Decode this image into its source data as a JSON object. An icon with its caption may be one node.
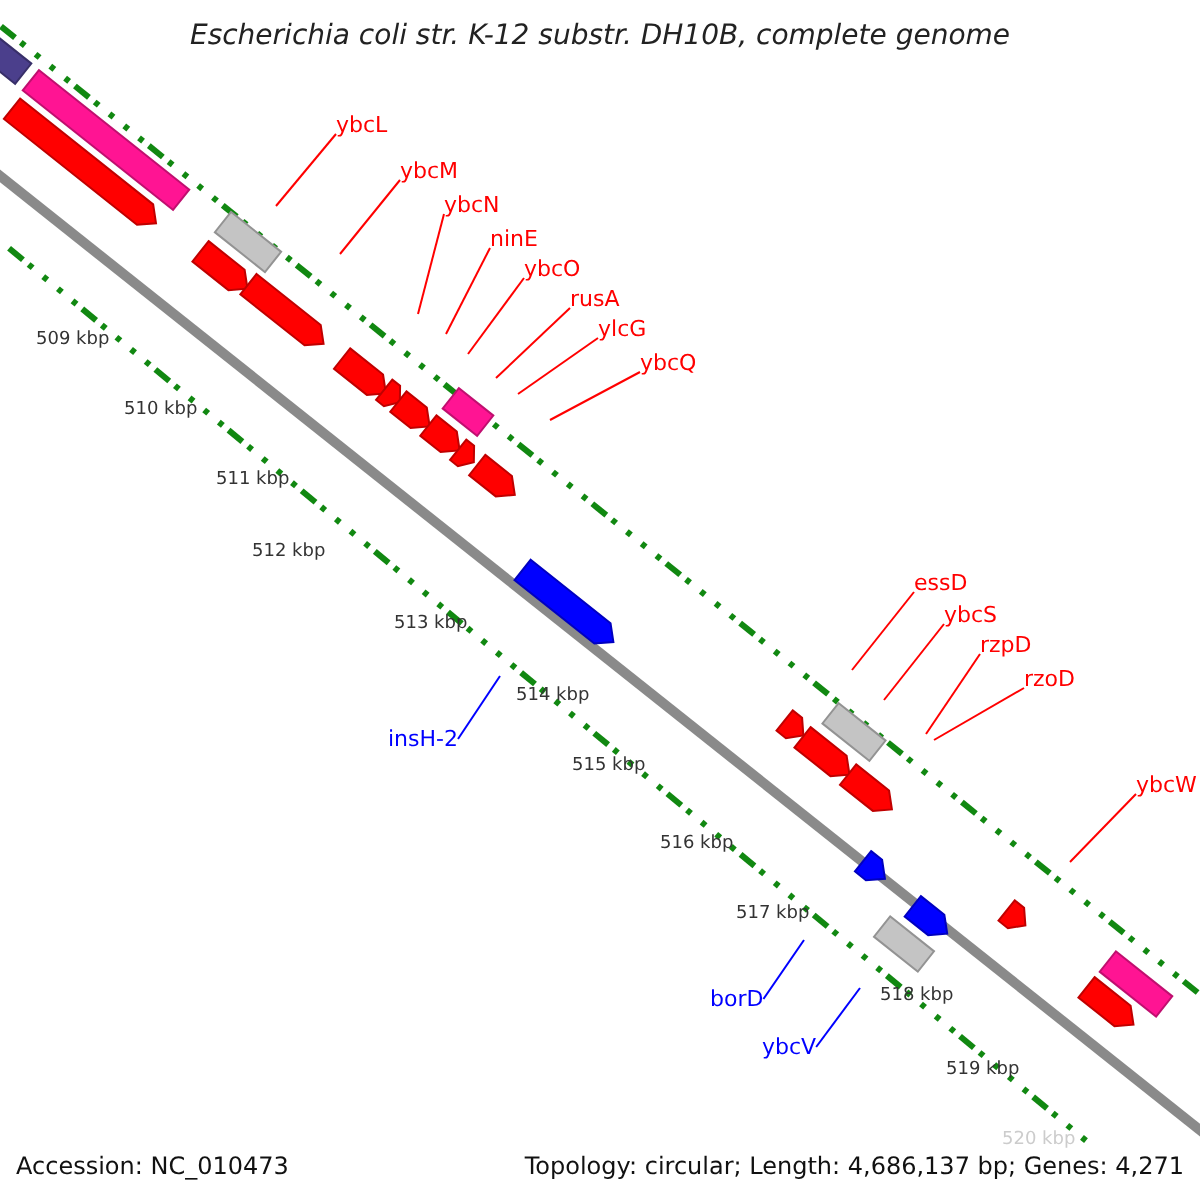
{
  "diagram": {
    "title": "Escherichia coli str. K-12 substr. DH10B, complete genome",
    "nodes": [
      {
        "text": [
          "ybcL"
        ]
      },
      {
        "text": [
          "ybcM"
        ]
      },
      {
        "text": [
          "ybcN"
        ]
      },
      {
        "text": [
          "ninE"
        ]
      },
      {
        "text": [
          "ybcO"
        ]
      },
      {
        "text": [
          "rusA"
        ]
      },
      {
        "text": [
          "ylcG"
        ]
      },
      {
        "text": [
          "ybcQ"
        ]
      },
      {
        "text": [
          "essD"
        ]
      },
      {
        "text": [
          "ybcS"
        ]
      },
      {
        "text": [
          "rzpD"
        ]
      },
      {
        "text": [
          "rzoD"
        ]
      },
      {
        "text": [
          "ybcW"
        ]
      },
      {
        "text": [
          "insH-2"
        ]
      },
      {
        "text": [
          "borD"
        ]
      },
      {
        "text": [
          "ybcV"
        ]
      }
    ],
    "edges": [
      {
        "from": 0,
        "to": null,
        "arrow": "none"
      },
      {
        "from": 1,
        "to": null,
        "arrow": "none"
      },
      {
        "from": 2,
        "to": null,
        "arrow": "none"
      },
      {
        "from": 3,
        "to": null,
        "arrow": "none"
      },
      {
        "from": 4,
        "to": null,
        "arrow": "none"
      },
      {
        "from": 5,
        "to": null,
        "arrow": "none"
      },
      {
        "from": 6,
        "to": null,
        "arrow": "none"
      },
      {
        "from": 7,
        "to": null,
        "arrow": "none"
      },
      {
        "from": 8,
        "to": null,
        "arrow": "none"
      },
      {
        "from": 9,
        "to": null,
        "arrow": "none"
      },
      {
        "from": 10,
        "to": null,
        "arrow": "none"
      },
      {
        "from": 11,
        "to": null,
        "arrow": "none"
      },
      {
        "from": 12,
        "to": null,
        "arrow": "none"
      },
      {
        "from": 13,
        "to": null,
        "arrow": "none",
        "color": "#0000ff"
      },
      {
        "from": 14,
        "to": null,
        "arrow": "none",
        "color": "#0000ff"
      },
      {
        "from": 15,
        "to": null,
        "arrow": "none",
        "color": "#0000ff"
      }
    ],
    "labels": [
      "509 kbp",
      "510 kbp",
      "511 kbp",
      "512 kbp",
      "513 kbp",
      "514 kbp",
      "515 kbp",
      "516 kbp",
      "517 kbp",
      "518 kbp",
      "519 kbp",
      "520 kbp",
      "Accession: NC_010473",
      "Topology: circular; Length: 4,686,137 bp; Genes: 4,271"
    ]
  }
}
